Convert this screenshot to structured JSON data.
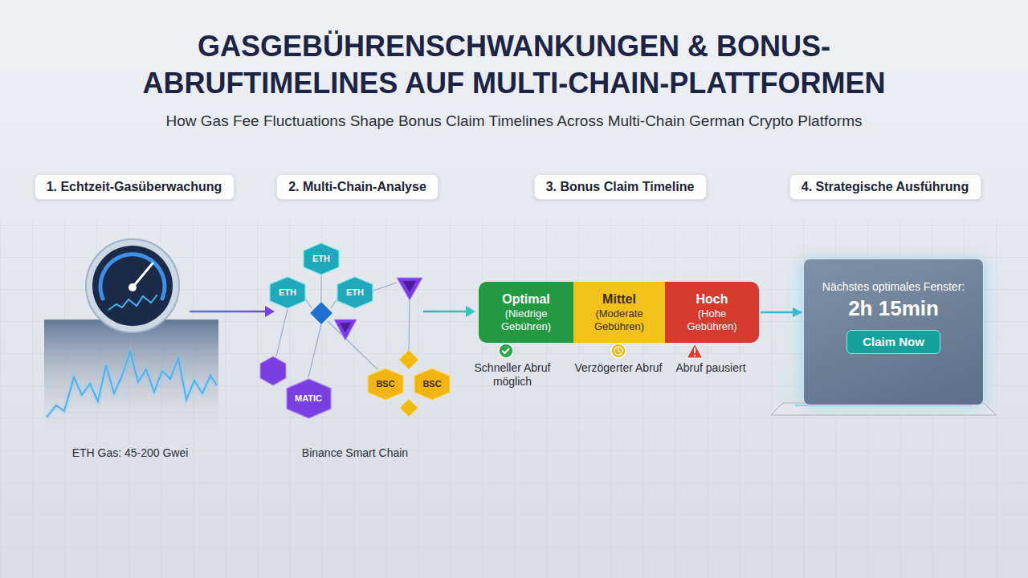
{
  "diagram": {
    "title": "GASGEBÜHRENSCHWANKUNGEN & BONUS- ABRUFTIMELINES AUF MULTI-CHAIN-PLATTFORMEN",
    "caption": "How Gas Fee Fluctuations Shape Bonus Claim Timelines Across Multi-Chain German Crypto Platforms",
    "nodes": [
      {
        "text": [
          "1. Echtzeit-Gasüberwachung"
        ]
      },
      {
        "text": [
          "2. Multi-Chain-Analyse"
        ]
      },
      {
        "text": [
          "3. Bonus Claim Timeline"
        ]
      },
      {
        "text": [
          "4. Strategische Ausführung"
        ]
      },
      {
        "text": [
          "ETH"
        ]
      },
      {
        "text": [
          "ETH"
        ]
      },
      {
        "text": [
          "ETH"
        ]
      },
      {
        "text": [
          "MATIC"
        ]
      },
      {
        "text": [
          "BSC"
        ]
      },
      {
        "text": [
          "BSC"
        ]
      },
      {
        "text": [
          "Optimal",
          "(Niedrige Gebühren)"
        ]
      },
      {
        "text": [
          "Mittel",
          "(Moderate Gebühren)"
        ]
      },
      {
        "text": [
          "Hoch",
          "(Hohe Gebühren)"
        ]
      },
      {
        "text": [
          "Nächstes optimales Fenster:",
          "2h 15min"
        ]
      },
      {
        "text": [
          "Claim Now"
        ],
        "in": 13
      }
    ],
    "edges": [
      {
        "from": 12,
        "to": 13,
        "arrow": "to"
      }
    ],
    "labels": [
      "ETH Gas: 45-200 Gwei",
      "Binance Smart Chain",
      "Schneller Abruf möglich",
      "Verzögerter Abruf",
      "Abruf pausiert"
    ]
  }
}
